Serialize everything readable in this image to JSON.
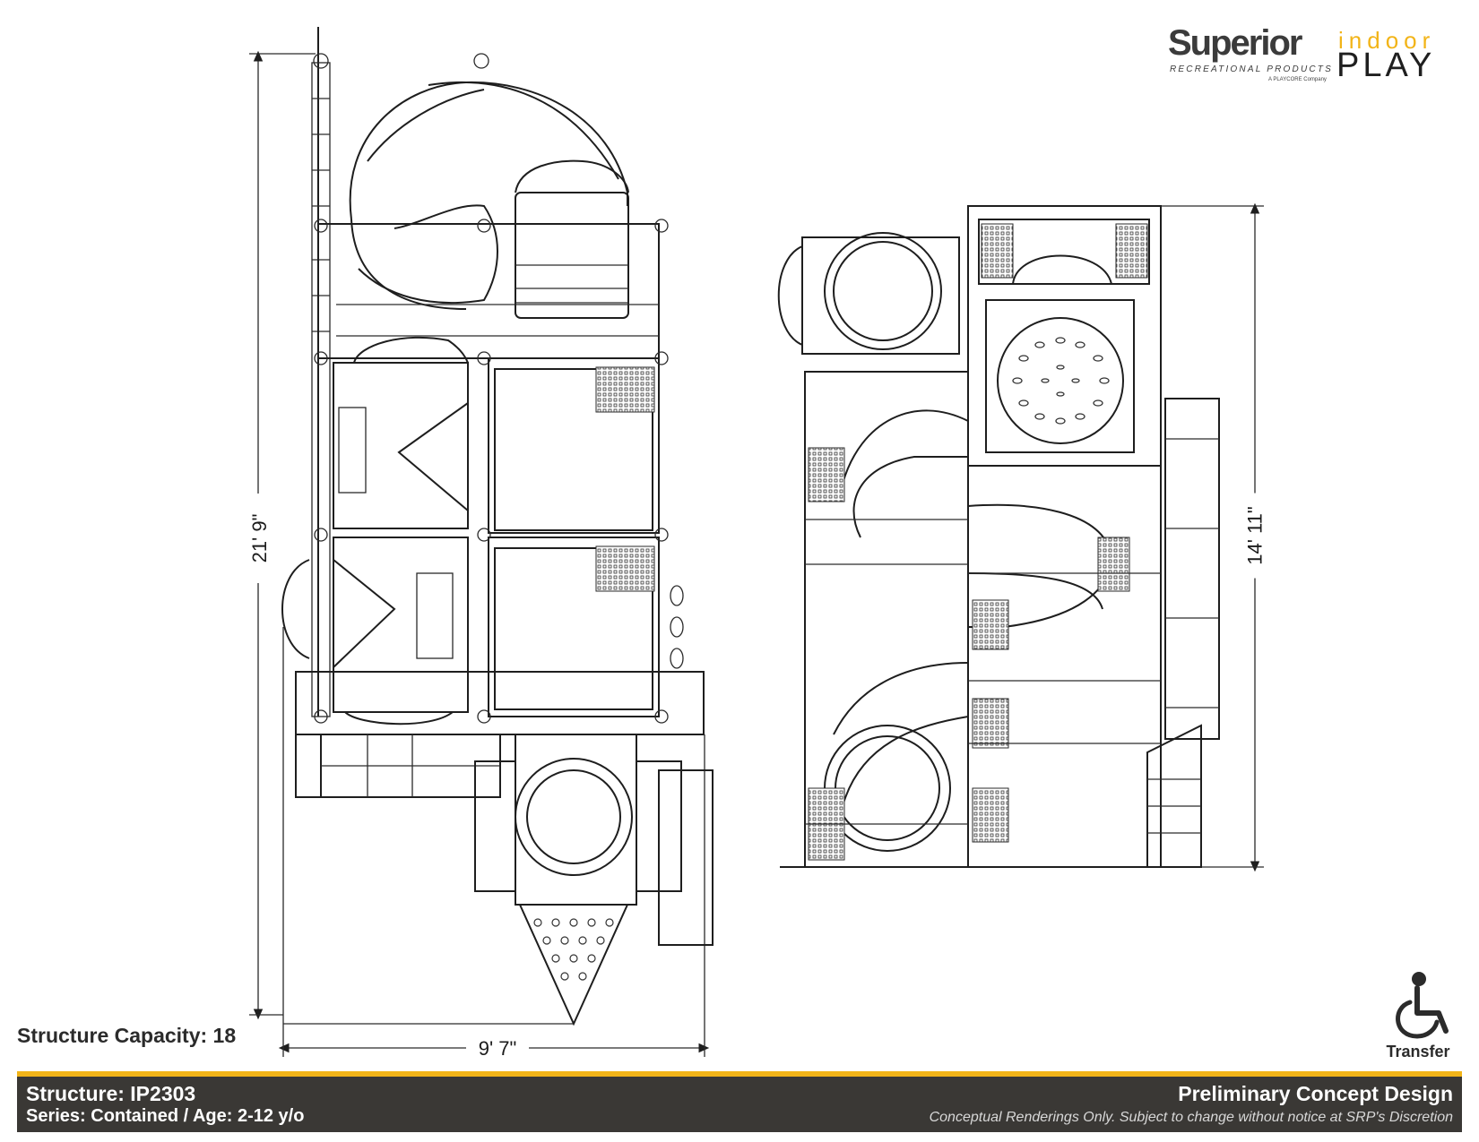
{
  "logo": {
    "brand": "Superior",
    "tagline": "RECREATIONAL PRODUCTS",
    "parent": "A PLAYCORE Company",
    "product_top": "indoor",
    "product_bottom": "PLAY"
  },
  "dimensions": {
    "plan_height": "21' 9\"",
    "plan_width": "9' 7\"",
    "elevation_height": "14' 11\""
  },
  "capacity": "Structure Capacity: 18",
  "accessibility": {
    "icon": "wheelchair-icon",
    "label": "Transfer"
  },
  "footer": {
    "structure": "Structure: IP2303",
    "series": "Series: Contained / Age: 2-12 y/o",
    "design_status": "Preliminary Concept Design",
    "disclaimer": "Conceptual Renderings Only. Subject to change without notice at SRP's Discretion"
  },
  "colors": {
    "accent": "#f2b418",
    "footer_bg": "#3a3835",
    "line": "#1e1e1e"
  }
}
